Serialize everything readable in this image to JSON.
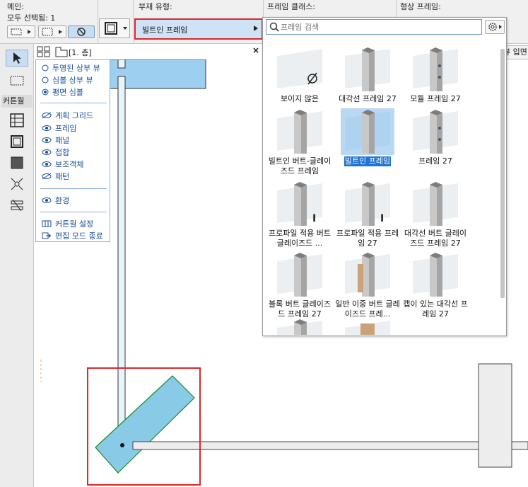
{
  "top_bar": {
    "main_label": "메인:",
    "select_all": "모두 선택됨: 1",
    "member_type_label": "부재 유형:",
    "frame_class_label": "프레임 클래스:",
    "profile_frame_label": "형상 프레임:"
  },
  "dropdown": {
    "label": "빌트인 프레임"
  },
  "search": {
    "placeholder": "프레임 검색"
  },
  "floor_tab": {
    "label": "[1. 층]"
  },
  "left_toolbar": {
    "curtain_wall_label": "커튼월"
  },
  "right_edge_label": "뷰 입면",
  "layer_popup": {
    "view_options": [
      "투영된 상부 뷰",
      "심볼 상부 뷰",
      "평면 심볼"
    ],
    "selected_view": "평면 심볼",
    "components": [
      {
        "label": "계획 그리드",
        "visible": false
      },
      {
        "label": "프레임",
        "visible": true
      },
      {
        "label": "패널",
        "visible": true
      },
      {
        "label": "접합",
        "visible": true
      },
      {
        "label": "보조객체",
        "visible": true
      },
      {
        "label": "패턴",
        "visible": false
      }
    ],
    "environment": "환경",
    "settings": "커튼월 설정",
    "exit": "편집 모드 종료"
  },
  "gallery": {
    "items": [
      {
        "caption": "보이지 않은",
        "selected": false,
        "icon": "invisible"
      },
      {
        "caption": "대각선 프레임 27",
        "selected": false,
        "icon": "diagonal"
      },
      {
        "caption": "모듈 프레임 27",
        "selected": false,
        "icon": "module"
      },
      {
        "caption": "빌트인 버트-글레이즈드 프레임",
        "selected": false,
        "icon": "butt"
      },
      {
        "caption": "빌트인 프레임",
        "selected": true,
        "icon": "builtin"
      },
      {
        "caption": "프레임 27",
        "selected": false,
        "icon": "frame"
      },
      {
        "caption": "프로파일 적용 버트 글레이즈드 ...",
        "selected": false,
        "icon": "profile-butt"
      },
      {
        "caption": "프로파일 적용 프레임 27",
        "selected": false,
        "icon": "profile"
      },
      {
        "caption": "대각선 버트 글레이즈드 프레임 27",
        "selected": false,
        "icon": "diag-butt"
      },
      {
        "caption": "블록 버트 글레이즈드 프레임 27",
        "selected": false,
        "icon": "block"
      },
      {
        "caption": "일반 이중 버트 글레이즈드 프레...",
        "selected": false,
        "icon": "double"
      },
      {
        "caption": "캡이 있는 대각선 프레임 27",
        "selected": false,
        "icon": "cap"
      }
    ]
  },
  "colors": {
    "highlight_red": "#e0262a",
    "selection_blue": "#1e73d8",
    "panel_fill": "#89cbe6",
    "accent_link": "#1a4f9a"
  }
}
